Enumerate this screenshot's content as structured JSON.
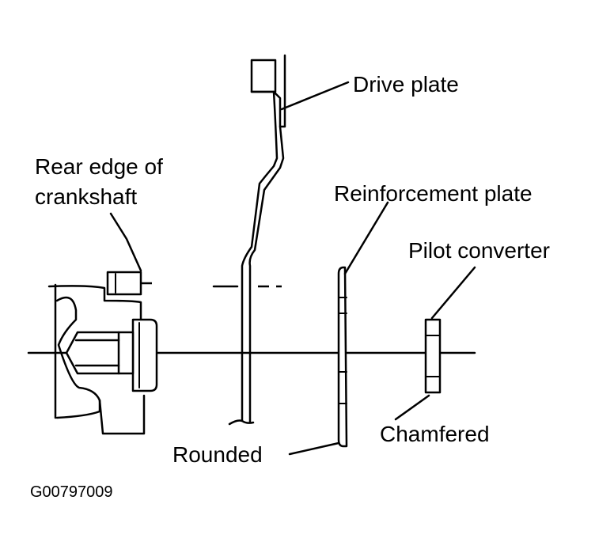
{
  "labels": {
    "drive_plate": "Drive plate",
    "rear_edge_line1": "Rear edge of",
    "rear_edge_line2": "crankshaft",
    "reinforcement_plate": "Reinforcement plate",
    "pilot_converter": "Pilot converter",
    "rounded": "Rounded",
    "chamfered": "Chamfered",
    "figure_code": "G00797009"
  }
}
